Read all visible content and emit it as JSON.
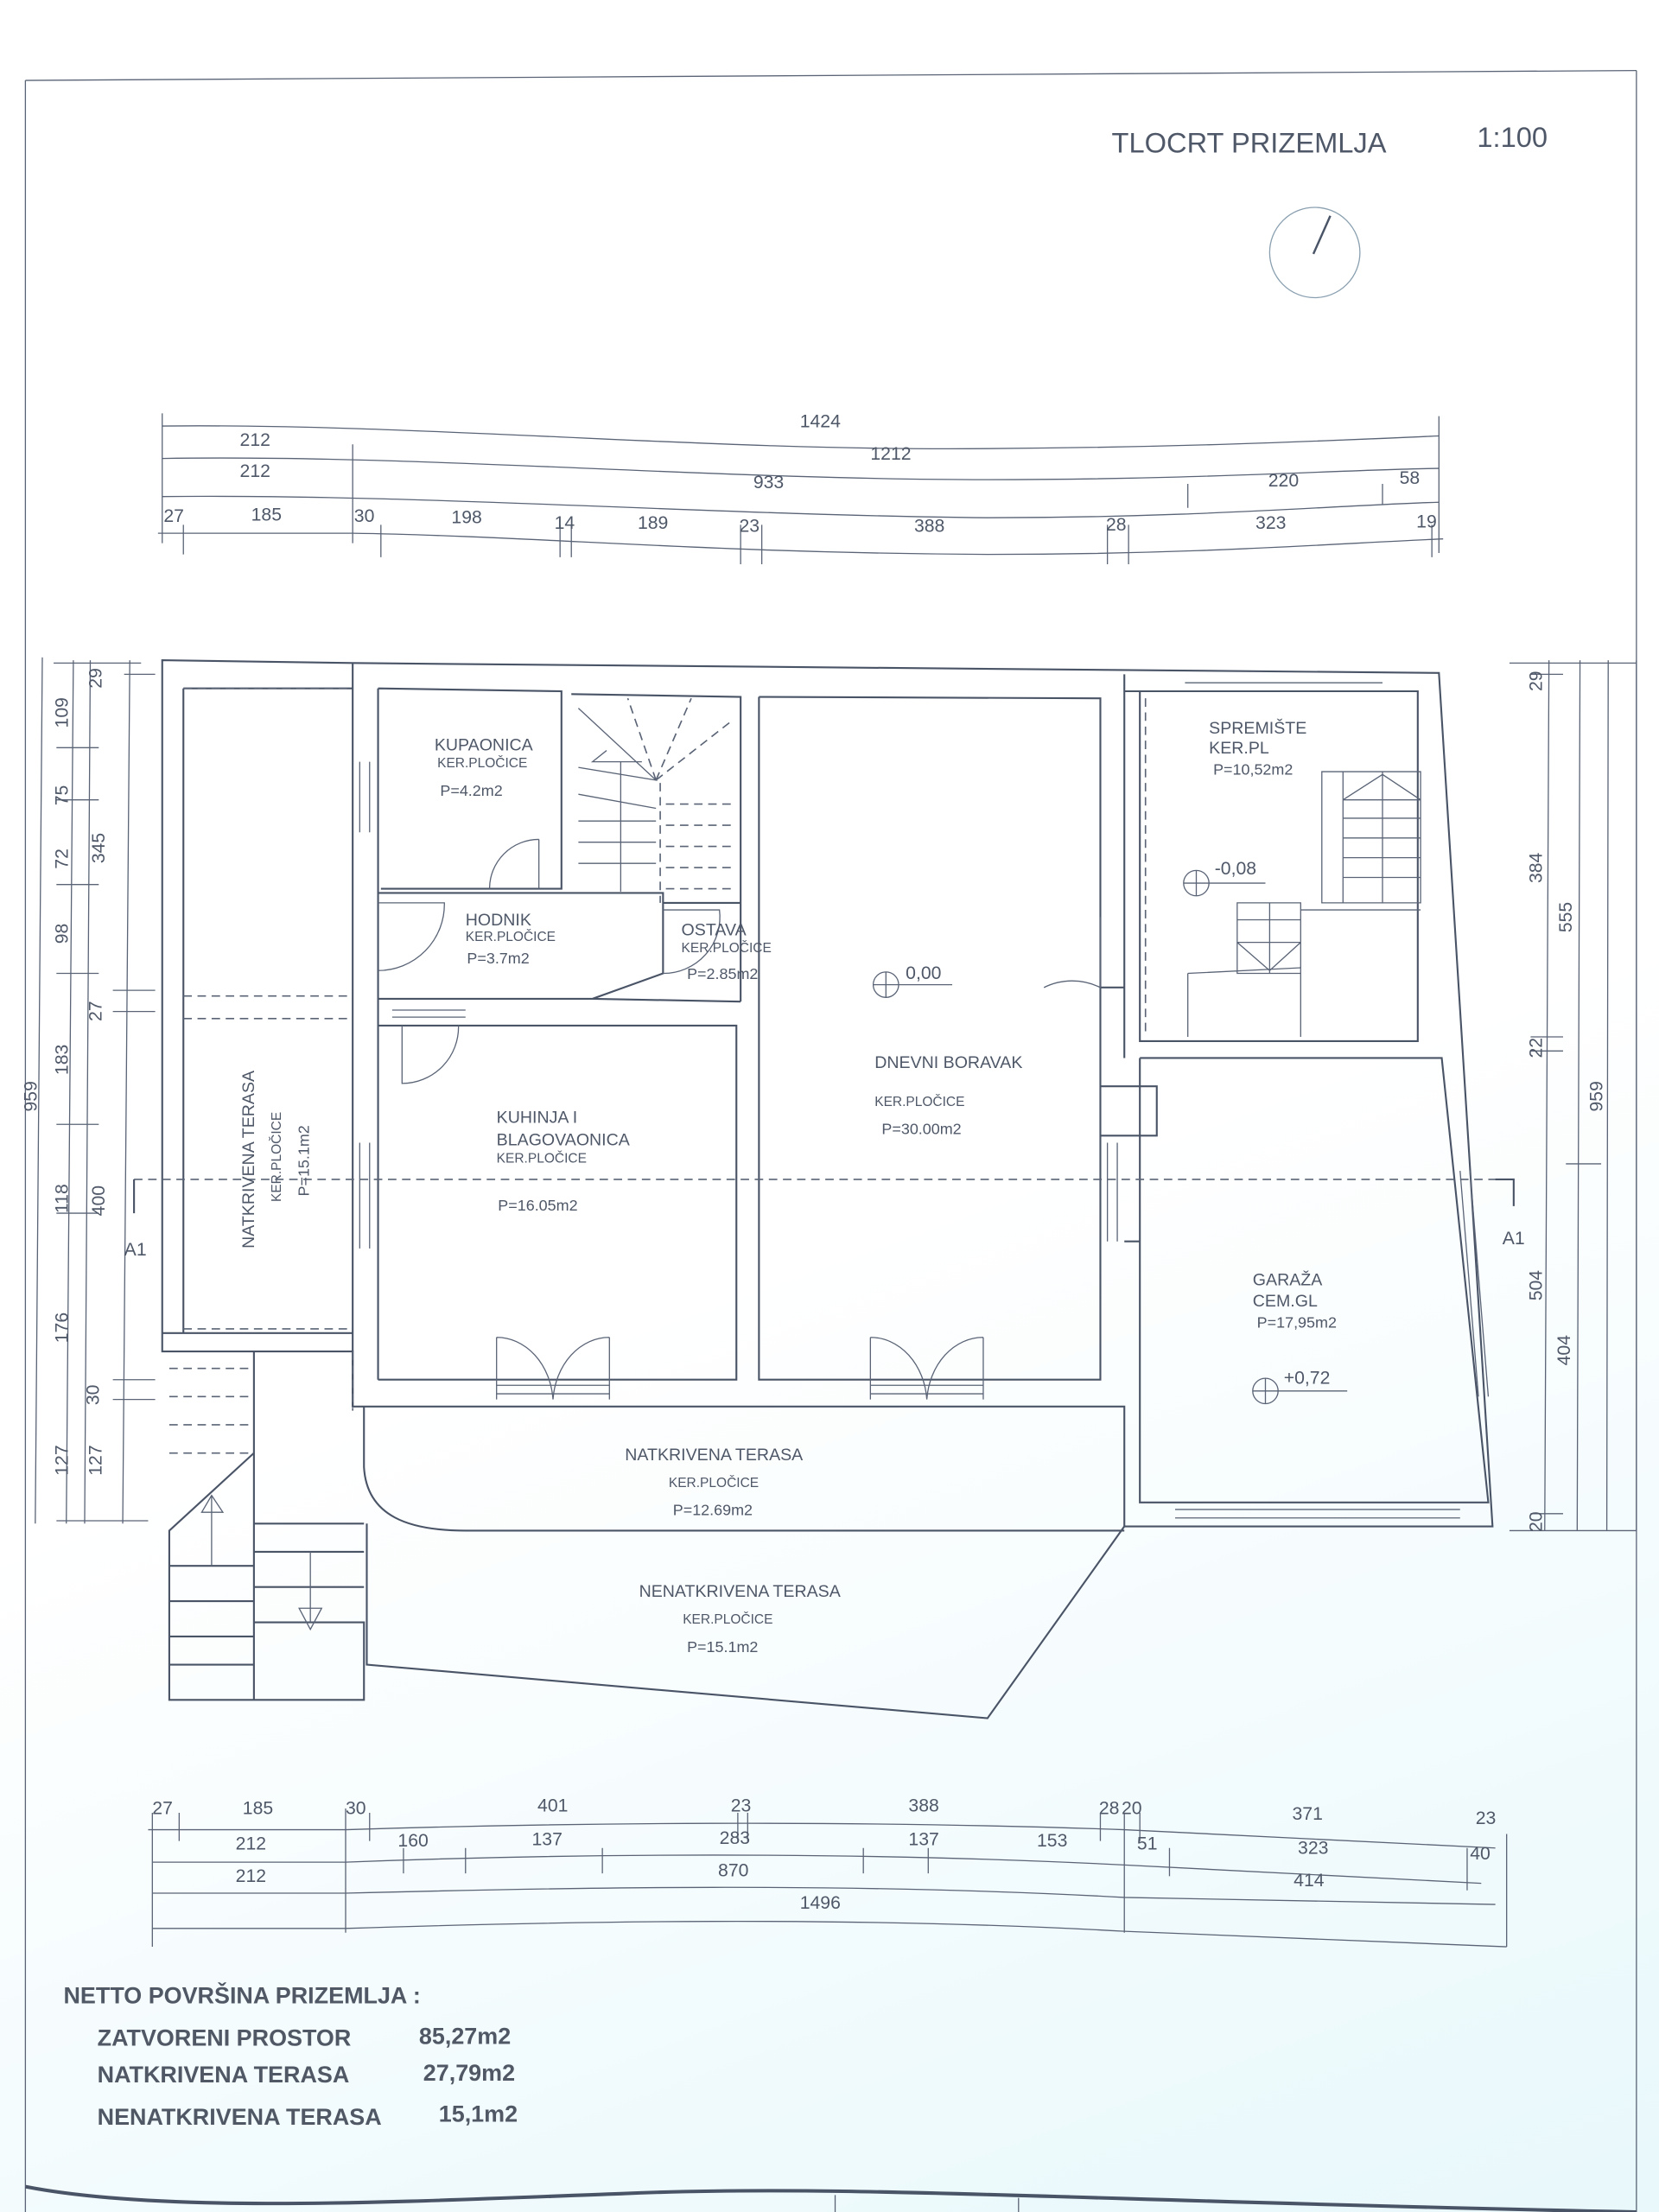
{
  "title": {
    "name": "TLOCRT PRIZEMLJA",
    "scale": "1:100"
  },
  "rooms": {
    "kupaonica": {
      "name": "KUPAONICA",
      "floor": "KER.PLOČICE",
      "area": "P=4.2m2"
    },
    "hodnik": {
      "name": "HODNIK",
      "floor": "KER.PLOČICE",
      "area": "P=3.7m2"
    },
    "ostava": {
      "name": "OSTAVA",
      "floor": "KER.PLOČICE",
      "area": "P=2.85m2"
    },
    "dnevni": {
      "name": "DNEVNI BORAVAK",
      "floor": "KER.PLOČICE",
      "area": "P=30.00m2"
    },
    "spremiste": {
      "name": "SPREMIŠTE",
      "floor": "KER.PL",
      "area": "P=10,52m2"
    },
    "kuhinja": {
      "name1": "KUHINJA I",
      "name2": "BLAGOVAONICA",
      "floor": "KER.PLOČICE",
      "area": "P=16.05m2"
    },
    "terasa_lijevo": {
      "name": "NATKRIVENA TERASA",
      "floor": "KER.PLOČICE",
      "area": "P=15.1m2"
    },
    "garaza": {
      "name": "GARAŽA",
      "floor": "CEM.GL",
      "area": "P=17,95m2"
    },
    "terasa_natkrivena": {
      "name": "NATKRIVENA TERASA",
      "floor": "KER.PLOČICE",
      "area": "P=12.69m2"
    },
    "terasa_nenatkrivena": {
      "name": "NENATKRIVENA TERASA",
      "floor": "KER.PLOČICE",
      "area": "P=15.1m2"
    }
  },
  "levels": {
    "dnevni": "0,00",
    "spremiste": "-0,08",
    "garaza": "+0,72"
  },
  "section": {
    "left": "A1",
    "right": "A1"
  },
  "dims": {
    "top": {
      "r1": [
        "1424"
      ],
      "r2": [
        "212",
        "1212"
      ],
      "r3": [
        "212",
        "933",
        "220",
        "58"
      ],
      "r4": [
        "27",
        "185",
        "30",
        "198",
        "14",
        "189",
        "23",
        "388",
        "28",
        "323",
        "19"
      ]
    },
    "bottom": {
      "r1": [
        "27",
        "185",
        "30",
        "401",
        "23",
        "388",
        "28",
        "20",
        "371",
        "23"
      ],
      "r2": [
        "212",
        "160",
        "137",
        "283",
        "137",
        "153",
        "51",
        "323",
        "40"
      ],
      "r3": [
        "212",
        "870",
        "414"
      ],
      "r4": [
        "1496"
      ]
    },
    "left": {
      "c1": [
        "959"
      ],
      "c2": [
        "109",
        "75",
        "72",
        "98",
        "183",
        "118",
        "176",
        "127"
      ],
      "c3": [
        "29",
        "345",
        "27",
        "400",
        "30",
        "127"
      ]
    },
    "right": {
      "c1": [
        "29",
        "384",
        "22",
        "504",
        "20"
      ],
      "c2": [
        "555",
        "404"
      ],
      "c3": [
        "959"
      ]
    }
  },
  "summary": {
    "heading": "NETTO POVRŠINA PRIZEMLJA  :",
    "rows": [
      {
        "label": "ZATVORENI PROSTOR",
        "value": "85,27m2"
      },
      {
        "label": "NATKRIVENA TERASA",
        "value": "27,79m2"
      },
      {
        "label": "NENATKRIVENA TERASA",
        "value": "15,1m2"
      }
    ]
  },
  "colors": {
    "line": "#4a5467",
    "text": "#4f5868",
    "paper_tint": "#e8f8fb"
  }
}
